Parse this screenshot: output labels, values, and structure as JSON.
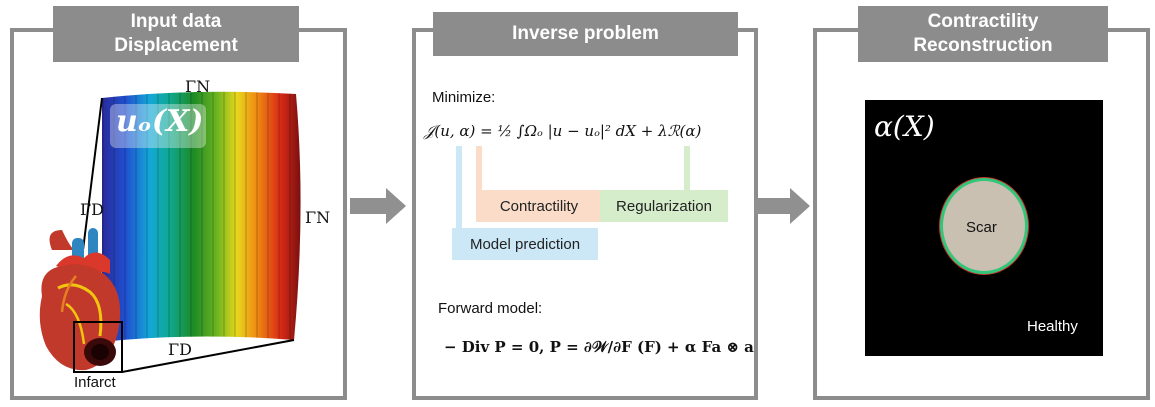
{
  "panels": {
    "left": {
      "title_line1": "Input data",
      "title_line2": "Displacement"
    },
    "middle": {
      "title": "Inverse problem"
    },
    "right": {
      "title_line1": "Contractility",
      "title_line2": "Reconstruction"
    }
  },
  "left": {
    "field_label": "uₒ(X)",
    "gamma_n_top": "ΓN",
    "gamma_n_right": "ΓN",
    "gamma_d_left": "ΓD",
    "gamma_d_bottom": "ΓD",
    "infarct_label": "Infarct"
  },
  "middle": {
    "minimize_label": "Minimize:",
    "objective": "𝒥(u, α) = ½ ∫Ωₒ |u − uₒ|² dX + λℛ(α)",
    "tag_contractility": "Contractility",
    "tag_regularization": "Regularization",
    "tag_model_prediction": "Model prediction",
    "forward_label": "Forward model:",
    "forward_eq": "− Div P = 0,    P = ∂𝒲/∂F (F) + α Fa ⊗ a",
    "colors": {
      "blue": "#cce8f7",
      "orange": "#fbdcc8",
      "green": "#d6edcc"
    }
  },
  "right": {
    "alpha_label": "α(X)",
    "scar_label": "Scar",
    "healthy_label": "Healthy"
  },
  "colors": {
    "frame": "#8c8c8c",
    "arrow": "#909090"
  }
}
